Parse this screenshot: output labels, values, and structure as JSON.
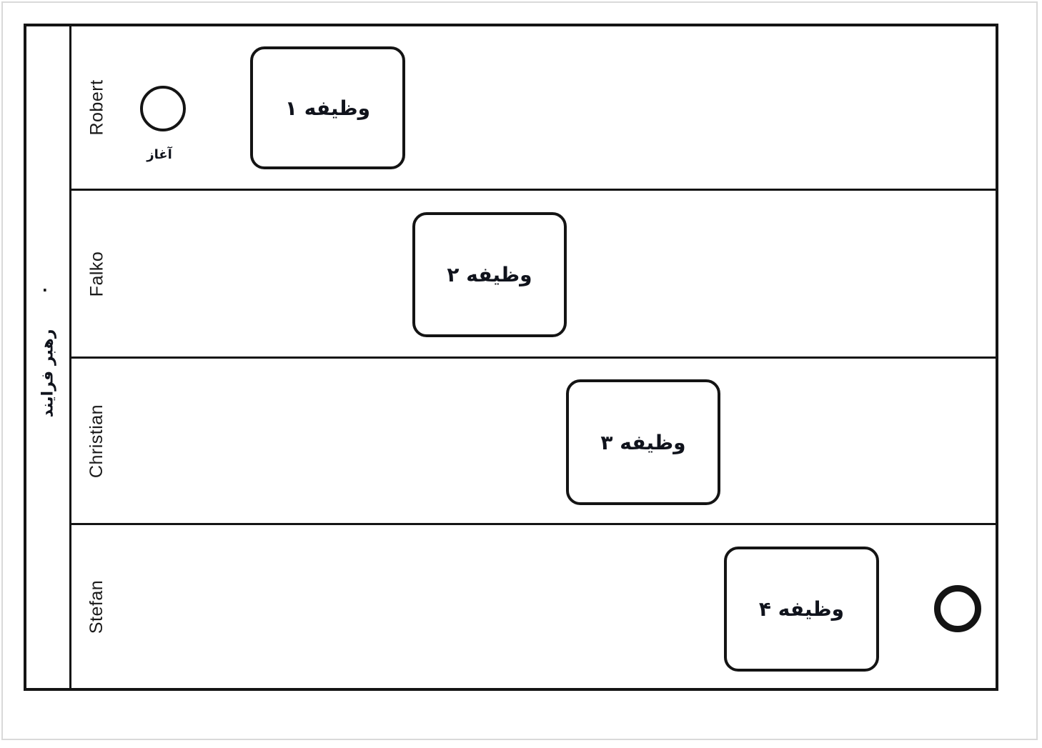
{
  "diagram": {
    "type": "bpmn-swimlane-process",
    "pool": {
      "label": "رهبر فرایند",
      "dot": ".",
      "lanes": [
        {
          "name": "Robert"
        },
        {
          "name": "Falko"
        },
        {
          "name": "Christian"
        },
        {
          "name": "Stefan"
        }
      ]
    },
    "start_event": {
      "label": "آغاز"
    },
    "tasks": [
      {
        "id": "task-1",
        "label": "وظیفه ۱",
        "lane": "Robert"
      },
      {
        "id": "task-2",
        "label": "وظیفه ۲",
        "lane": "Falko"
      },
      {
        "id": "task-3",
        "label": "وظیفه ۳",
        "lane": "Christian"
      },
      {
        "id": "task-4",
        "label": "وظیفه ۴",
        "lane": "Stefan"
      }
    ],
    "flows": [
      {
        "from": "start-event",
        "to": "task-1"
      },
      {
        "from": "task-1",
        "to": "task-2"
      },
      {
        "from": "task-2",
        "to": "task-3"
      },
      {
        "from": "task-3",
        "to": "task-4"
      },
      {
        "from": "task-4",
        "to": "end-event"
      }
    ],
    "colors": {
      "stroke": "#141414",
      "background": "#ffffff",
      "frame": "#d9d9d9"
    }
  }
}
